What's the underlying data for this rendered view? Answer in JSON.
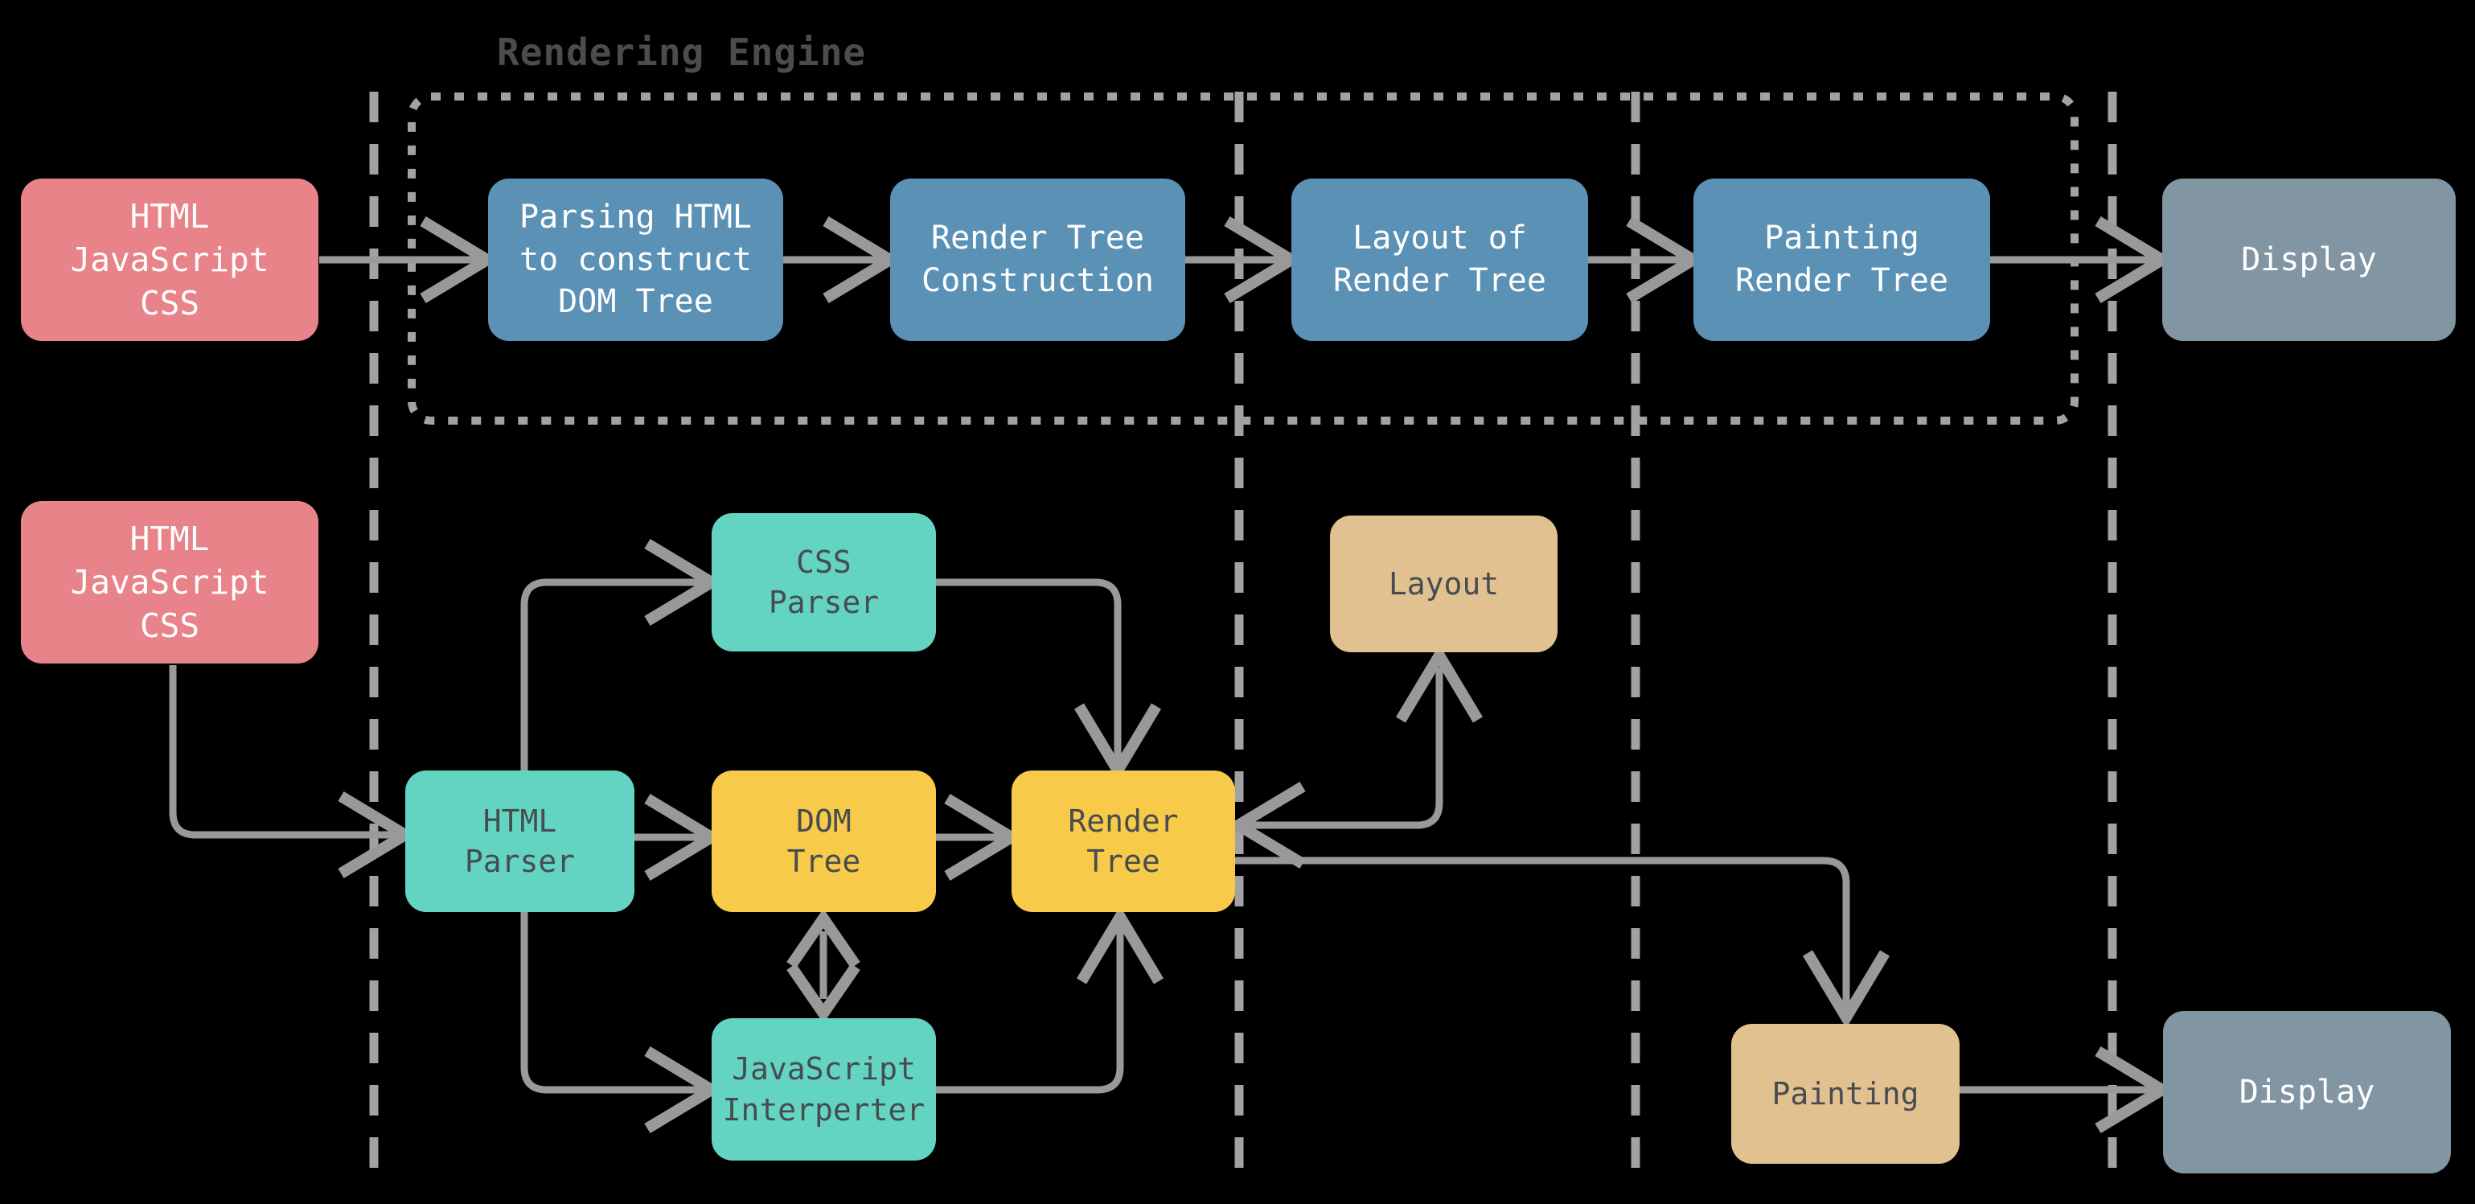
{
  "title": "Rendering Engine",
  "colors": {
    "background": "#000000",
    "box_red": "#e8838a",
    "box_blue": "#5b91b4",
    "box_teal": "#63d4c2",
    "box_yellow": "#f8ca4a",
    "box_tan": "#e2c191",
    "box_slate": "#8295a3",
    "text_light": "#ffffff",
    "text_dark": "#474c50",
    "connector_gray": "#999999",
    "divider_gray": "#a2a2a2",
    "title_gray": "#4c4c4c"
  },
  "nodes": {
    "source_top": {
      "label": "HTML\nJavaScript\nCSS"
    },
    "parsing_html": {
      "label": "Parsing HTML\nto construct\nDOM Tree"
    },
    "render_tree_construction": {
      "label": "Render Tree\nConstruction"
    },
    "layout_of_render_tree": {
      "label": "Layout of\nRender Tree"
    },
    "painting_render_tree": {
      "label": "Painting\nRender Tree"
    },
    "display_top": {
      "label": "Display"
    },
    "source_bottom": {
      "label": "HTML\nJavaScript\nCSS"
    },
    "css_parser": {
      "label": "CSS\nParser"
    },
    "layout": {
      "label": "Layout"
    },
    "html_parser": {
      "label": "HTML\nParser"
    },
    "dom_tree": {
      "label": "DOM\nTree"
    },
    "render_tree": {
      "label": "Render\nTree"
    },
    "js_interpreter": {
      "label": "JavaScript\nInterperter"
    },
    "painting": {
      "label": "Painting"
    },
    "display_bottom": {
      "label": "Display"
    }
  },
  "edges": [
    {
      "from": "source_top",
      "to": "parsing_html"
    },
    {
      "from": "parsing_html",
      "to": "render_tree_construction"
    },
    {
      "from": "render_tree_construction",
      "to": "layout_of_render_tree"
    },
    {
      "from": "layout_of_render_tree",
      "to": "painting_render_tree"
    },
    {
      "from": "painting_render_tree",
      "to": "display_top"
    },
    {
      "from": "source_bottom",
      "to": "html_parser"
    },
    {
      "from": "html_parser",
      "to": "css_parser"
    },
    {
      "from": "html_parser",
      "to": "dom_tree"
    },
    {
      "from": "html_parser",
      "to": "js_interpreter"
    },
    {
      "from": "css_parser",
      "to": "render_tree"
    },
    {
      "from": "dom_tree",
      "to": "render_tree"
    },
    {
      "from": "dom_tree",
      "to": "js_interpreter",
      "bidirectional": true
    },
    {
      "from": "js_interpreter",
      "to": "render_tree"
    },
    {
      "from": "render_tree",
      "to": "layout",
      "bidirectional": true
    },
    {
      "from": "render_tree",
      "to": "painting"
    },
    {
      "from": "painting",
      "to": "display_bottom"
    }
  ]
}
